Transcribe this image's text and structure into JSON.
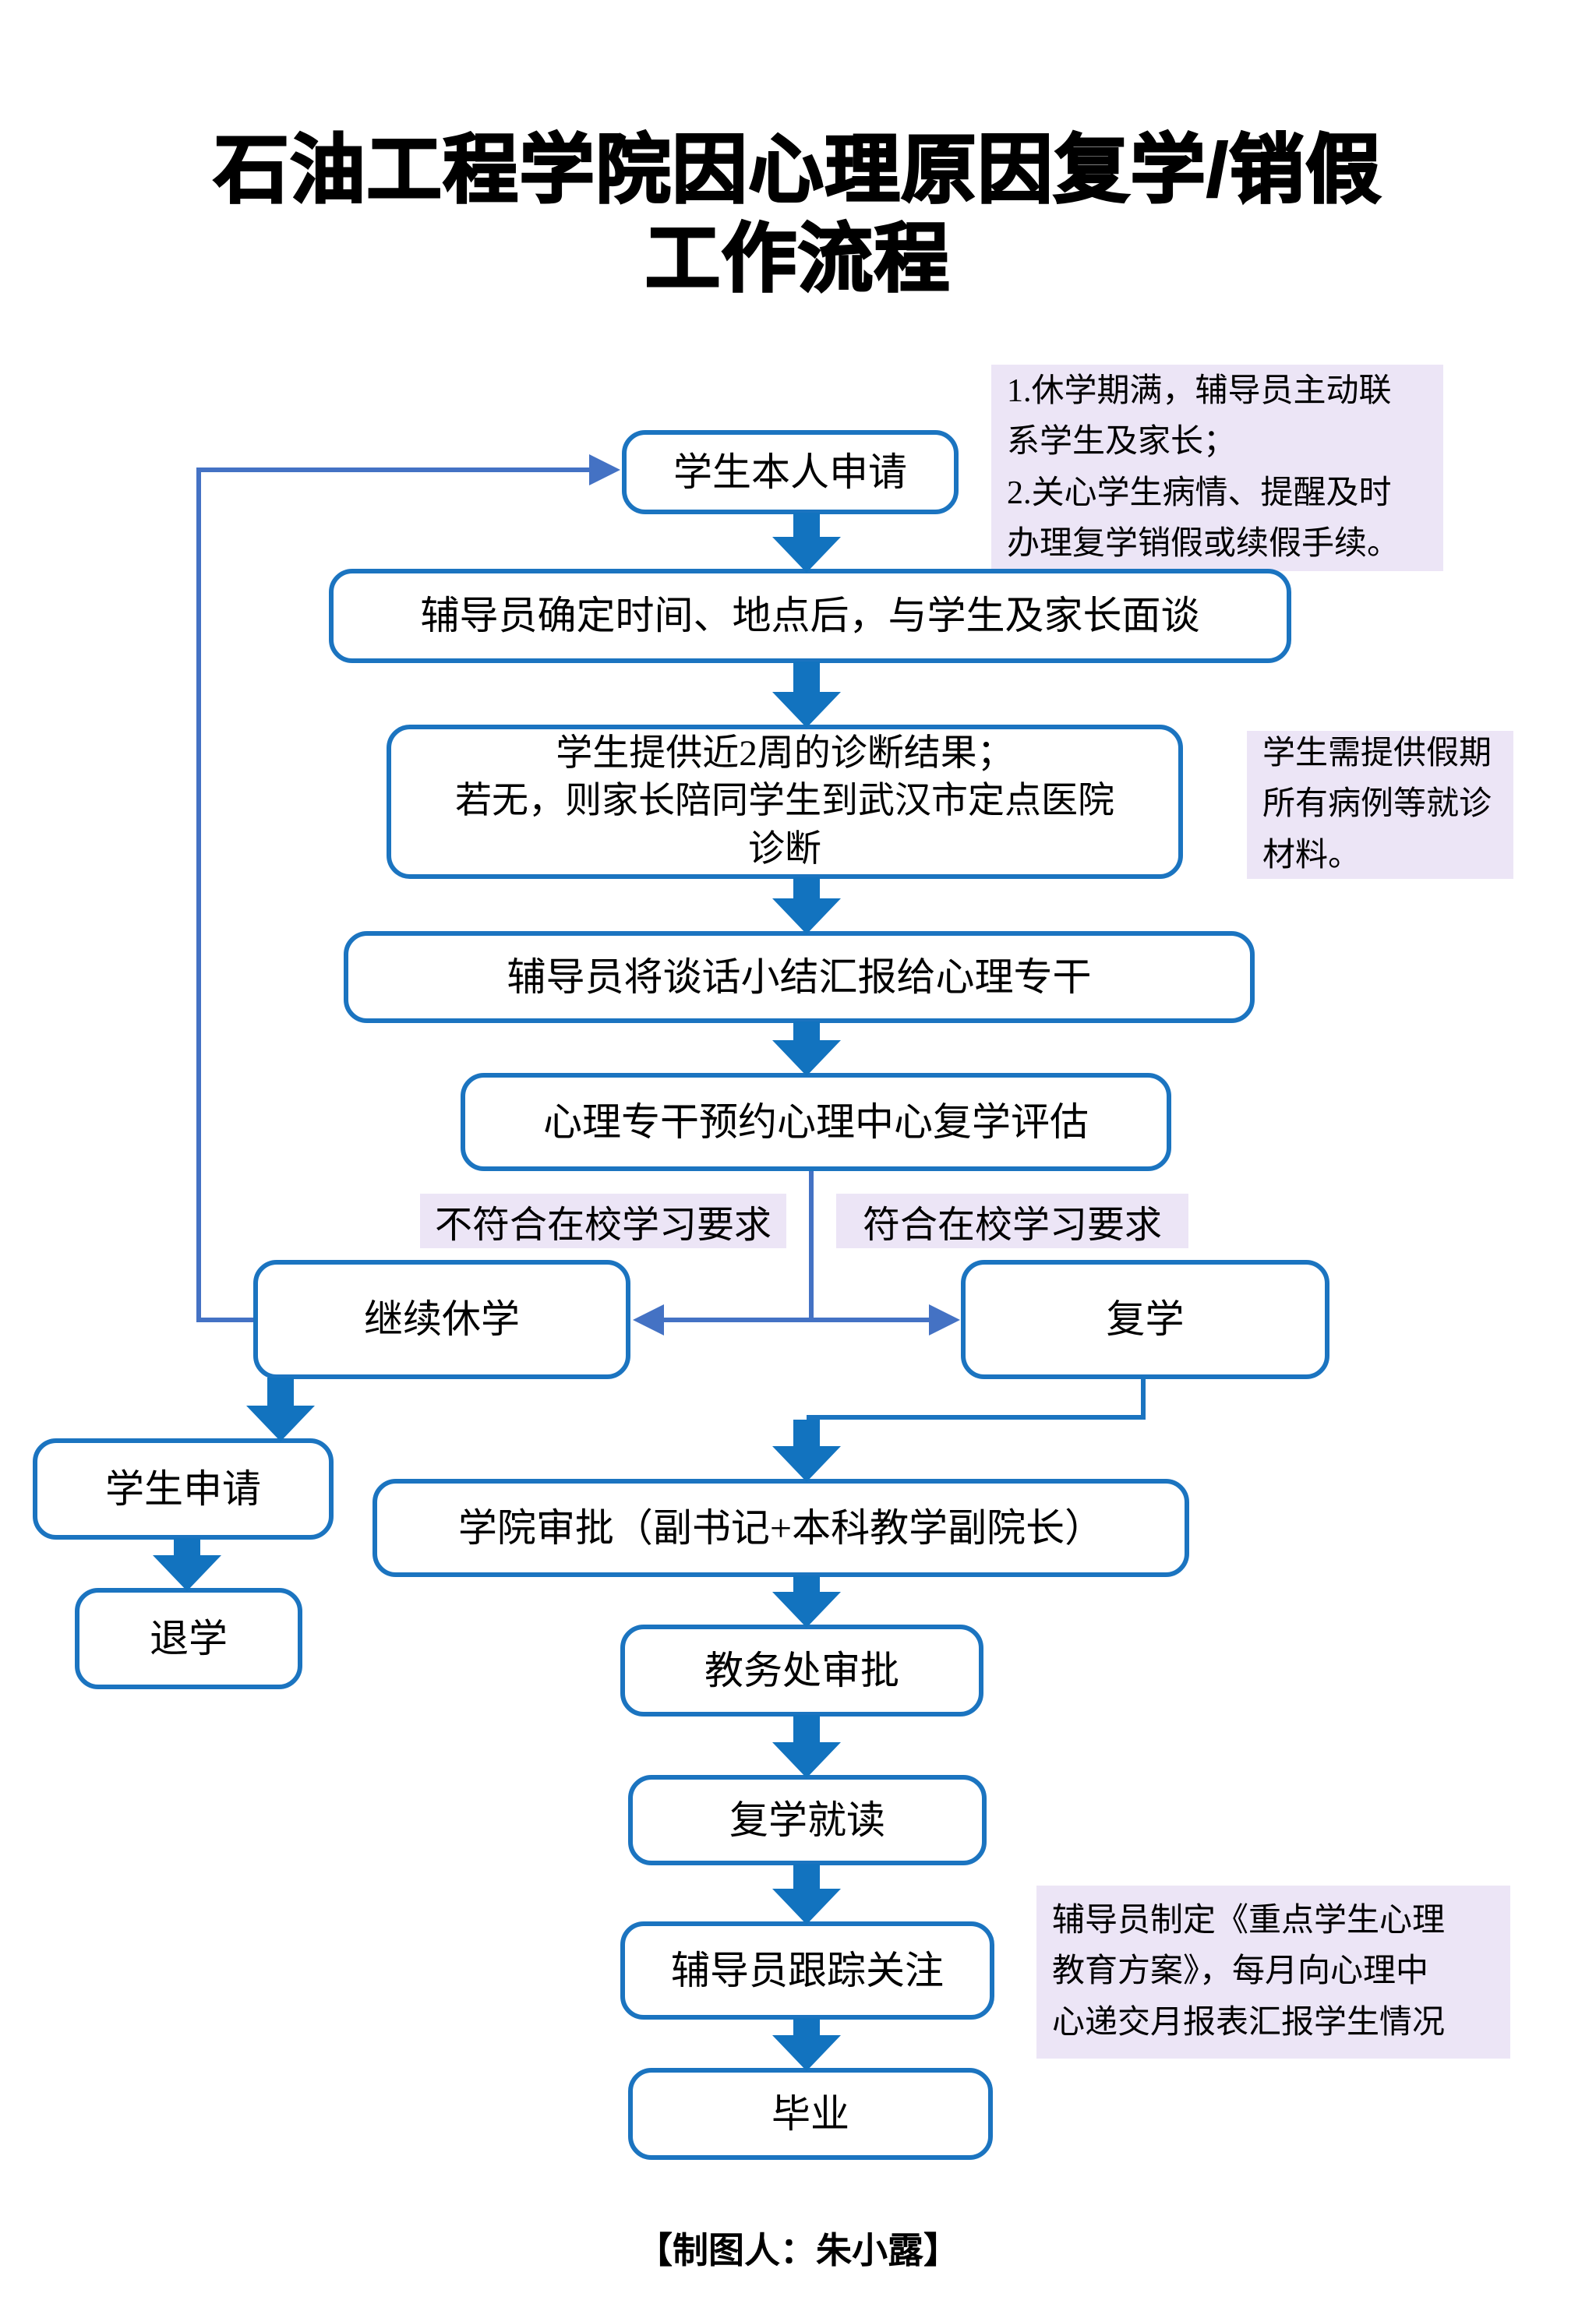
{
  "title": {
    "line1": "石油工程学院因心理原因复学/销假",
    "line2": "工作流程"
  },
  "nodes": {
    "apply_self": "学生本人申请",
    "counselor_interview": "辅导员确定时间、地点后，与学生及家长面谈",
    "diagnosis": "学生提供近2周的诊断结果；\n若无，则家长陪同学生到武汉市定点医院\n诊断",
    "report_to_specialist": "辅导员将谈话小结汇报给心理专干",
    "assessment": "心理专干预约心理中心复学评估",
    "continue_leave": "继续休学",
    "resume_school": "复学",
    "student_apply": "学生申请",
    "drop_out": "退学",
    "college_approval": "学院审批（副书记+本科教学副院长）",
    "academic_affairs_approval": "教务处审批",
    "resume_study": "复学就读",
    "counselor_follow": "辅导员跟踪关注",
    "graduate": "毕业"
  },
  "branch_labels": {
    "not_meet": "不符合在校学习要求",
    "meet": "符合在校学习要求"
  },
  "notes": {
    "note1": "1.休学期满，辅导员主动联\n系学生及家长；\n2.关心学生病情、提醒及时\n办理复学销假或续假手续。",
    "note2": "学生需提供假期\n所有病例等就诊\n材料。",
    "note3": "辅导员制定《重点学生心理\n教育方案》，每月向心理中\n心递交月报表汇报学生情况"
  },
  "footer": "【制图人：朱小露】",
  "colors": {
    "box_border": "#1b74c0",
    "block_arrow": "#1273bf",
    "connector": "#4472c4",
    "note_background": "#ece5f6",
    "text": "#000000",
    "background": "#ffffff"
  }
}
